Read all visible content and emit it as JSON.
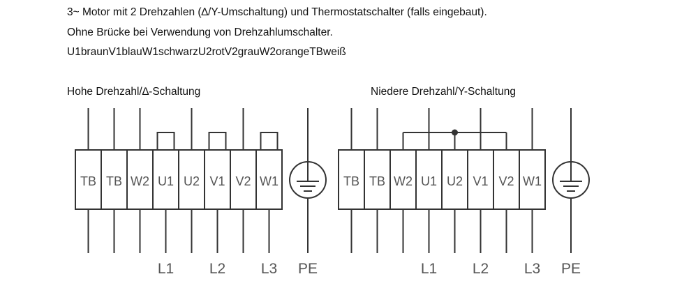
{
  "header": {
    "line1": "3~ Motor mit 2 Drehzahlen (∆/Y-Umschaltung) und Thermostatschalter (falls eingebaut).",
    "line2": "Ohne Brücke bei Verwendung von Drehzahlumschalter.",
    "line3": "U1braunV1blauW1schwarzU2rotV2grauW2orangeTBweiß"
  },
  "diagrams": [
    {
      "title": "Hohe Drehzahl/∆-Schaltung",
      "terminals": [
        "TB",
        "TB",
        "W2",
        "U1",
        "U2",
        "V1",
        "V2",
        "W1"
      ],
      "bottom_labels": {
        "U1": "L1",
        "V1": "L2",
        "W1": "L3"
      },
      "pe_label": "PE"
    },
    {
      "title": "Niedere Drehzahl/Y-Schaltung",
      "terminals": [
        "TB",
        "TB",
        "W2",
        "U1",
        "U2",
        "V1",
        "V2",
        "W1"
      ],
      "bottom_labels": {
        "U1": "L1",
        "V1": "L2",
        "W1": "L3"
      },
      "pe_label": "PE"
    }
  ],
  "colors": {
    "stroke": "#333333",
    "text": "#555555"
  }
}
